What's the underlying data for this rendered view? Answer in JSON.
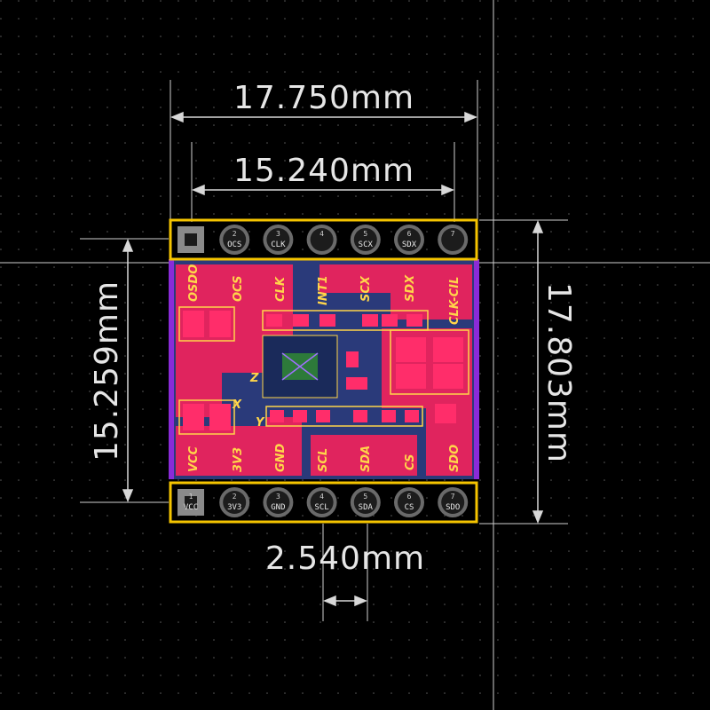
{
  "dimensions": {
    "width_outer": "17.750mm",
    "width_inner": "15.240mm",
    "height_left": "15.259mm",
    "height_right": "17.803mm",
    "pitch": "2.540mm"
  },
  "board_labels": {
    "top_silk": [
      "OSDO",
      "OCS",
      "CLK",
      "INT1",
      "SCX",
      "SDX",
      "CLK-CIL"
    ],
    "bottom_silk": [
      "VCC",
      "3V3",
      "GND",
      "SCL",
      "SDA",
      "CS",
      "SDO"
    ],
    "axis_z": "Z",
    "axis_x": "X",
    "axis_y": "Y"
  },
  "top_header": [
    {
      "num": "",
      "label": ""
    },
    {
      "num": "2",
      "label": "OCS"
    },
    {
      "num": "3",
      "label": "CLK"
    },
    {
      "num": "4",
      "label": ""
    },
    {
      "num": "5",
      "label": "SCX"
    },
    {
      "num": "6",
      "label": "SDX"
    },
    {
      "num": "7",
      "label": ""
    }
  ],
  "bottom_header": [
    {
      "num": "1",
      "label": "VCC"
    },
    {
      "num": "2",
      "label": "3V3"
    },
    {
      "num": "3",
      "label": "GND"
    },
    {
      "num": "4",
      "label": "SCL"
    },
    {
      "num": "5",
      "label": "SDA"
    },
    {
      "num": "6",
      "label": "CS"
    },
    {
      "num": "7",
      "label": "SDO"
    }
  ],
  "colors": {
    "background": "#000000",
    "grid": "#5a5a5a",
    "board_copper": "#e0245e",
    "board_base": "#2a3a7a",
    "silkscreen": "#ffd54a",
    "outline": "#f5c400",
    "dim_line": "#d8d8d8"
  }
}
